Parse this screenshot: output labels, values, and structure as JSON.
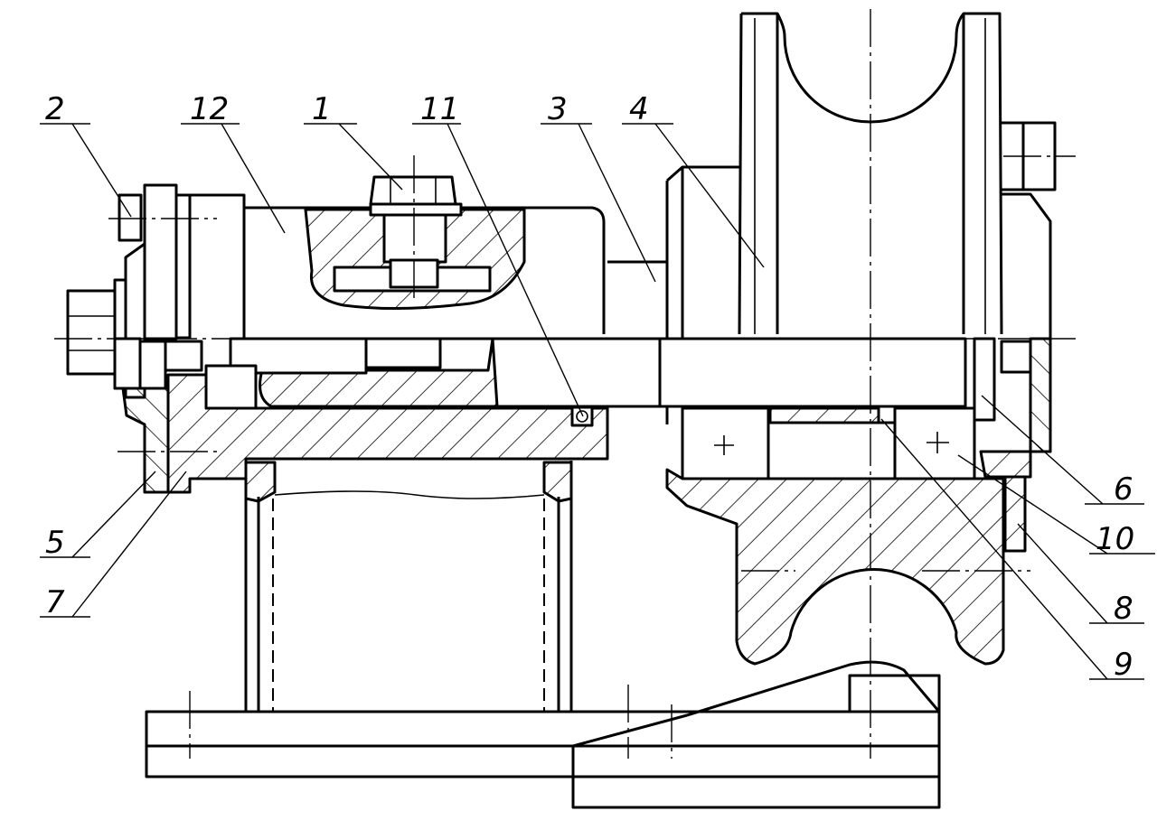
{
  "drawing": {
    "part_labels": [
      {
        "id": "label-1",
        "text": "1"
      },
      {
        "id": "label-2",
        "text": "2"
      },
      {
        "id": "label-3",
        "text": "3"
      },
      {
        "id": "label-4",
        "text": "4"
      },
      {
        "id": "label-5",
        "text": "5"
      },
      {
        "id": "label-6",
        "text": "6"
      },
      {
        "id": "label-7",
        "text": "7"
      },
      {
        "id": "label-8",
        "text": "8"
      },
      {
        "id": "label-9",
        "text": "9"
      },
      {
        "id": "label-10",
        "text": "10"
      },
      {
        "id": "label-11",
        "text": "11"
      },
      {
        "id": "label-12",
        "text": "12"
      }
    ]
  }
}
